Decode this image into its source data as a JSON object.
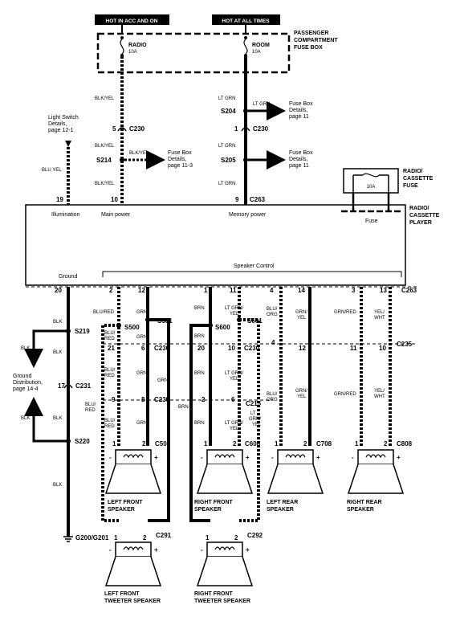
{
  "headers": {
    "hot_acc": "HOT IN ACC AND ON",
    "hot_all": "HOT AT ALL TIMES"
  },
  "fusebox": {
    "title_1": "PASSENGER",
    "title_2": "COMPARTMENT",
    "title_3": "FUSE BOX",
    "radio_fuse": "RADIO",
    "radio_amp": "10A",
    "room_fuse": "ROOM",
    "room_amp": "10A"
  },
  "radio_fuse": {
    "title_1": "RADIO/",
    "title_2": "CASSETTE",
    "title_3": "FUSE",
    "amp": "10A"
  },
  "player": {
    "title_1": "RADIO/",
    "title_2": "CASSETTE",
    "title_3": "PLAYER",
    "illumination": "Illumination",
    "main_power": "Main power",
    "memory_power": "Memory power",
    "fuse": "Fuse",
    "ground": "Ground",
    "speaker_control": "Speaker Control"
  },
  "light_switch": {
    "line1": "Light Switch",
    "line2": "Details,",
    "line3": "page 12-1"
  },
  "refs": {
    "fb_113_l1": "Fuse Box",
    "fb_113_l2": "Details,",
    "fb_113_l3": "page 11-3",
    "fb_11a_l1": "Fuse Box",
    "fb_11a_l2": "Details,",
    "fb_11a_l3": "page 11",
    "fb_11b_l1": "Fuse Box",
    "fb_11b_l2": "Details,",
    "fb_11b_l3": "page 11",
    "gd_l1": "Ground",
    "gd_l2": "Distribution,",
    "gd_l3": "page 14-4"
  },
  "wires": {
    "blk_yel": "BLK/YEL",
    "lt_grn": "LT GRN",
    "blu_yel": "BLU YEL",
    "blk": "BLK",
    "blu_red": "BLU/RED",
    "blu_red_b": "BLU/",
    "blu_red_c": "RED",
    "grn": "GRN",
    "brn": "BRN",
    "lt_grn_yel": "LT GRN/",
    "yel": "YEL",
    "lt_grn_yel_b": "LT GRN/",
    "blu_org_a": "BLU/",
    "blu_org_b": "ORG",
    "grn_yel_a": "GRN/",
    "grn_yel_b": "YEL",
    "grn_red": "GRN/RED",
    "yel_wht_a": "YEL/",
    "yel_wht_b": "WHT",
    "lt": "LT",
    "grn_yel2": "GRN/"
  },
  "connectors": {
    "c230": "C230",
    "c263": "C263",
    "c235": "C235",
    "c231": "C231",
    "c239": "C239",
    "c215": "C215",
    "c508": "C508",
    "c608": "C608",
    "c708": "C708",
    "c808": "C808",
    "c291": "C291",
    "c292": "C292"
  },
  "splices": {
    "s214": "S214",
    "s204": "S204",
    "s205": "S205",
    "s219": "S219",
    "s220": "S220",
    "s500": "S500",
    "s501": "S501",
    "s600": "S600",
    "s601": "S601",
    "g200": "G200/G201"
  },
  "pins": {
    "p5": "5",
    "p1": "1",
    "p9": "9",
    "p10": "10",
    "p19": "19",
    "p20": "20",
    "p2": "2",
    "p12": "12",
    "p11": "11",
    "p4": "4",
    "p14": "14",
    "p3": "3",
    "p13": "13",
    "p21": "21",
    "p6": "6",
    "p8": "8",
    "p17": "17",
    "s1": "1",
    "s2": "2",
    "minus": "-",
    "plus": "+"
  },
  "speakers": {
    "lf_1": "LEFT FRONT",
    "lf_2": "SPEAKER",
    "rf_1": "RIGHT FRONT",
    "rf_2": "SPEAKER",
    "lr_1": "LEFT REAR",
    "lr_2": "SPEAKER",
    "rr_1": "RIGHT REAR",
    "rr_2": "SPEAKER",
    "lft_1": "LEFT FRONT",
    "lft_2": "TWEETER SPEAKER",
    "rft_1": "RIGHT FRONT",
    "rft_2": "TWEETER SPEAKER"
  }
}
